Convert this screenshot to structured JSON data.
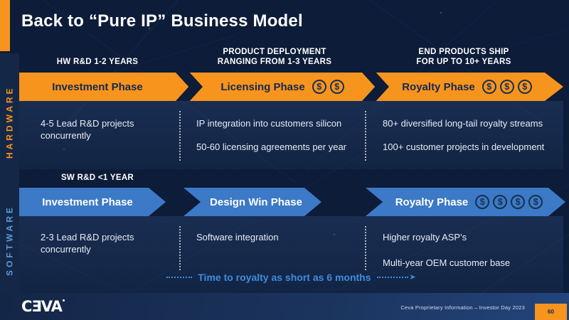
{
  "slide": {
    "title": "Back to “Pure IP” Business Model",
    "bg_color": "#0D1C38",
    "accent_orange": "#F7941E",
    "accent_blue": "#3C79C6"
  },
  "timeline_headers": {
    "hw_rnd": "HW R&D 1-2 YEARS",
    "deployment_line1": "PRODUCT DEPLOYMENT",
    "deployment_line2": "RANGING FROM 1-3 YEARS",
    "ship_line1": "END PRODUCTS SHIP",
    "ship_line2": "FOR UP TO 10+ YEARS",
    "sw_rnd": "SW R&D <1 YEAR"
  },
  "hardware": {
    "side_label": "HARDWARE",
    "phases": [
      {
        "label": "Investment Phase",
        "dollar_count": 0
      },
      {
        "label": "Licensing Phase",
        "dollar_count": 2
      },
      {
        "label": "Royalty Phase",
        "dollar_count": 3
      }
    ],
    "notes": {
      "col1": [
        "4-5 Lead R&D projects concurrently"
      ],
      "col2": [
        "IP integration into customers silicon",
        "50-60 licensing agreements per year"
      ],
      "col3": [
        "80+ diversified long-tail royalty streams",
        "100+ customer projects in development"
      ]
    }
  },
  "software": {
    "side_label": "SOFTWARE",
    "phases": [
      {
        "label": "Investment Phase",
        "dollar_count": 0
      },
      {
        "label": "Design Win Phase",
        "dollar_count": 0
      },
      {
        "label": "Royalty Phase",
        "dollar_count": 4
      }
    ],
    "notes": {
      "col1": [
        "2-3 Lead R&D projects concurrently"
      ],
      "col2": [
        "Software integration"
      ],
      "col3": [
        "Higher royalty ASP's",
        "Multi-year OEM customer base"
      ]
    },
    "time_note": "Time to royalty as short as 6 months"
  },
  "footer": {
    "logo": "CƎVA",
    "text": "Ceva Proprietary Information – Investor Day 2023",
    "page_number": "60"
  }
}
